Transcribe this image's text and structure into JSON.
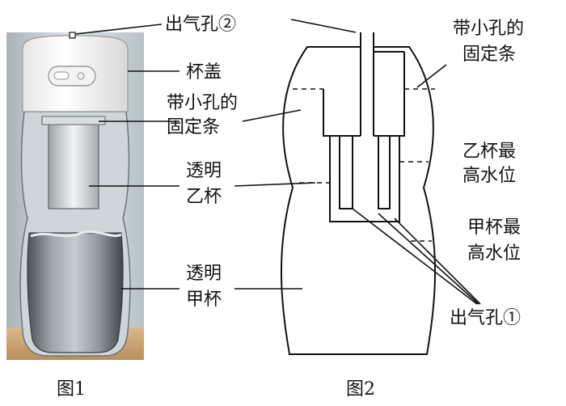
{
  "figure1": {
    "caption": "图1",
    "labels": {
      "outlet2": "出气孔②",
      "lid": "杯盖",
      "strip_line1": "带小孔的",
      "strip_line2": "固定条",
      "cup_b_line1": "透明",
      "cup_b_line2": "乙杯",
      "cup_a_line1": "透明",
      "cup_a_line2": "甲杯"
    }
  },
  "figure2": {
    "caption": "图2",
    "labels": {
      "strip_line1": "带小孔的",
      "strip_line2": "固定条",
      "b_level_line1": "乙杯最",
      "b_level_line2": "高水位",
      "a_level_line1": "甲杯最",
      "a_level_line2": "高水位",
      "outlet1": "出气孔①"
    }
  }
}
